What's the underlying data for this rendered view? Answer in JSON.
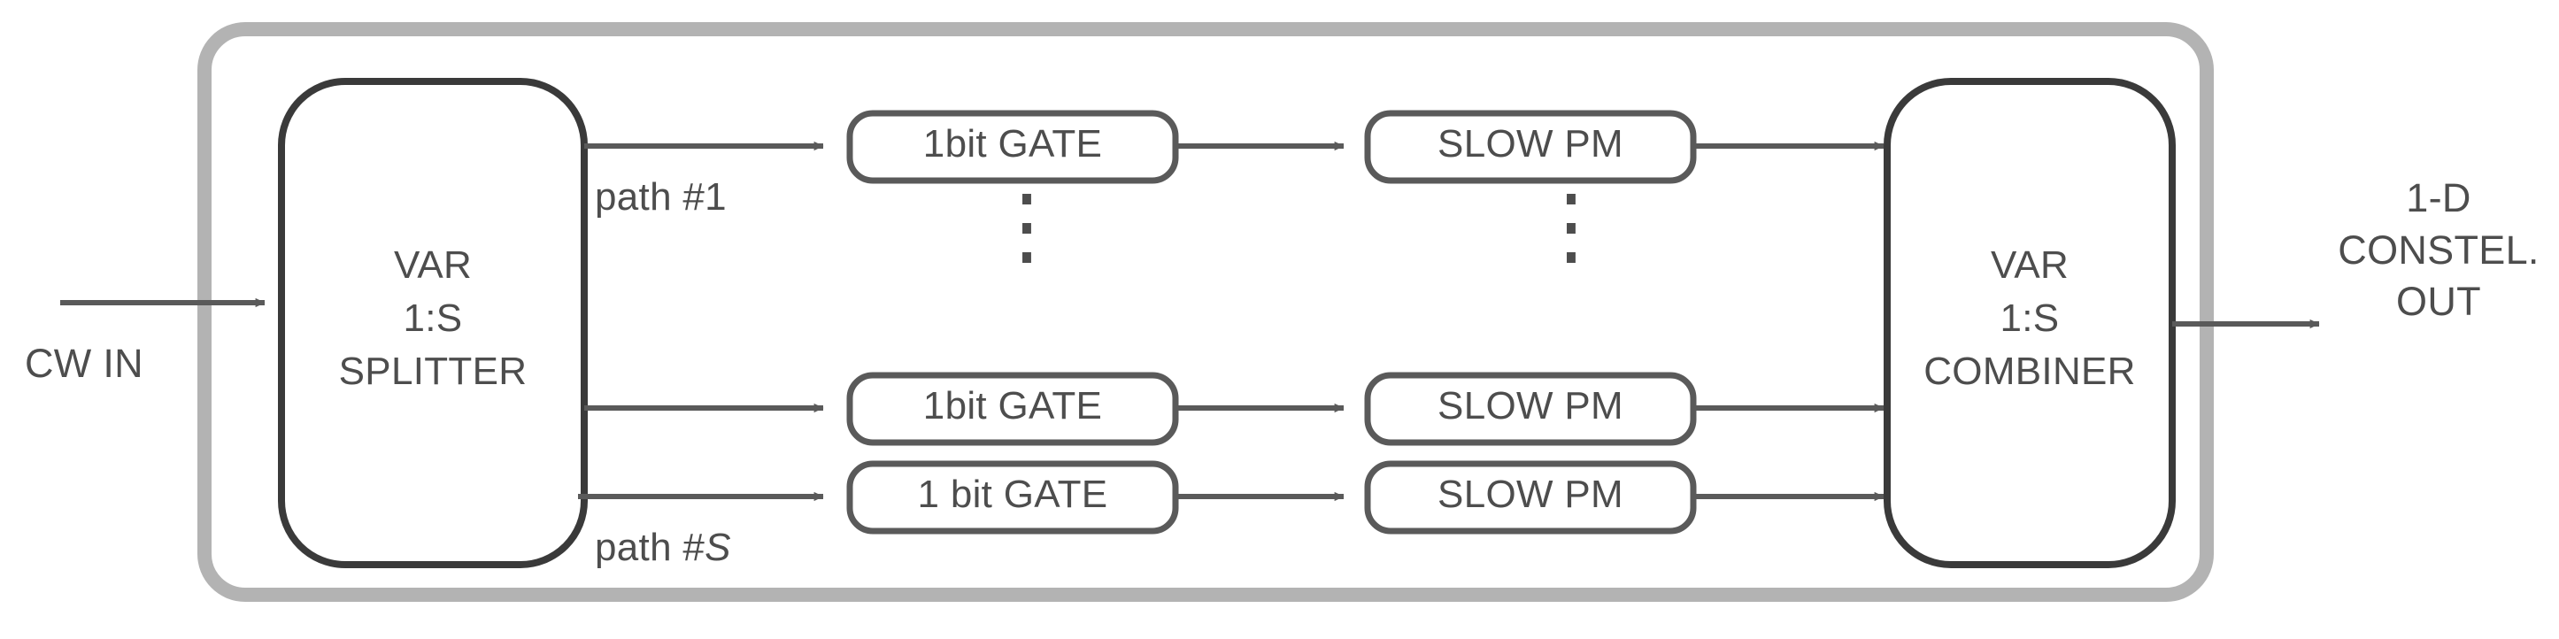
{
  "diagram": {
    "title": "Variable 1:S splitter / 1-bit gate / slow PM / combiner transmitter block diagram",
    "colors": {
      "outer_frame": "#b3b3b3",
      "block_stroke": "#3a3a3a",
      "pill_stroke": "#5a5a5a",
      "line": "#5a5a5a",
      "text": "#4d4d4d",
      "background": "#ffffff"
    },
    "input": {
      "label": "CW IN"
    },
    "output": {
      "label": "1-D\nCONSTEL.\nOUT"
    },
    "splitter": {
      "label": "VAR\n1:S\nSPLITTER"
    },
    "combiner": {
      "label": "VAR\n1:S\nCOMBINER"
    },
    "path_labels": {
      "first": "path #1",
      "last_prefix": "path #",
      "last_suffix": "S"
    },
    "rows": [
      {
        "gate": "1bit GATE",
        "pm": "SLOW PM"
      },
      {
        "gate": "1bit GATE",
        "pm": "SLOW PM"
      },
      {
        "gate": "1 bit GATE",
        "pm": "SLOW PM"
      }
    ],
    "ellipsis": {
      "glyph": "⋮",
      "count": 2
    }
  }
}
